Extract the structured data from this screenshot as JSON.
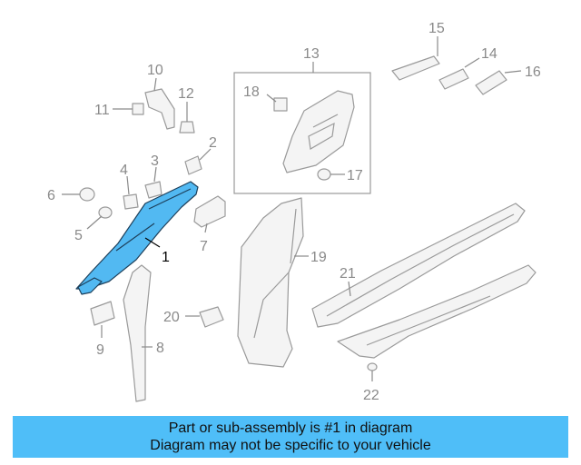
{
  "callouts": {
    "c1": "1",
    "c2": "2",
    "c3": "3",
    "c4": "4",
    "c5": "5",
    "c6": "6",
    "c7": "7",
    "c8": "8",
    "c9": "9",
    "c10": "10",
    "c11": "11",
    "c12": "12",
    "c13": "13",
    "c14": "14",
    "c15": "15",
    "c16": "16",
    "c17": "17",
    "c18": "18",
    "c19": "19",
    "c20": "20",
    "c21": "21",
    "c22": "22"
  },
  "banner": {
    "line1": "Part or sub-assembly is #1 in diagram",
    "line2": "Diagram may not be specific to your vehicle"
  },
  "colors": {
    "highlight": "#52b9f2",
    "banner": "#4fbef8",
    "ghost_lines": "#9a9a9a"
  }
}
